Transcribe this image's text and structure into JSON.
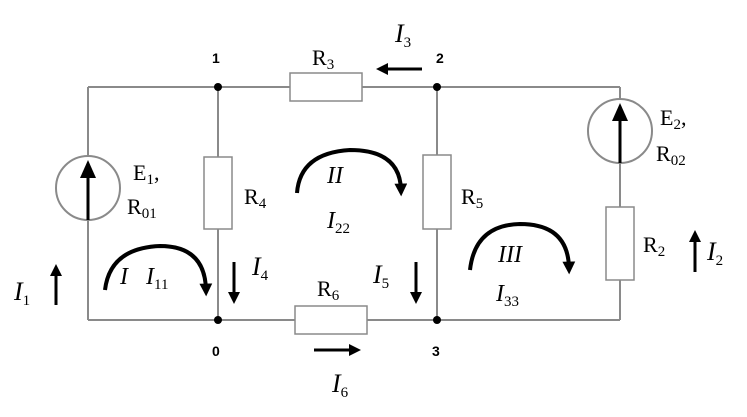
{
  "nodes": {
    "n1": "1",
    "n2": "2",
    "n0": "0",
    "n3": "3"
  },
  "components": {
    "r3": {
      "base": "R",
      "sub": "3"
    },
    "r4": {
      "base": "R",
      "sub": "4"
    },
    "r5": {
      "base": "R",
      "sub": "5"
    },
    "r6": {
      "base": "R",
      "sub": "6"
    },
    "r2": {
      "base": "R",
      "sub": "2"
    },
    "e1": {
      "base": "E",
      "sub": "1",
      "tail": ","
    },
    "r01": {
      "base": "R",
      "sub": "01"
    },
    "e2": {
      "base": "E",
      "sub": "2",
      "tail": ","
    },
    "r02": {
      "base": "R",
      "sub": "02"
    }
  },
  "currents": {
    "i1": {
      "base": "I",
      "sub": "1"
    },
    "i2": {
      "base": "I",
      "sub": "2"
    },
    "i3": {
      "base": "I",
      "sub": "3"
    },
    "i4": {
      "base": "I",
      "sub": "4"
    },
    "i5": {
      "base": "I",
      "sub": "5"
    },
    "i6": {
      "base": "I",
      "sub": "6"
    }
  },
  "loops": {
    "loop1": {
      "name": "I",
      "current_base": "I",
      "current_sub": "11"
    },
    "loop2": {
      "name": "II",
      "current_base": "I",
      "current_sub": "22"
    },
    "loop3": {
      "name": "III",
      "current_base": "I",
      "current_sub": "33"
    }
  }
}
